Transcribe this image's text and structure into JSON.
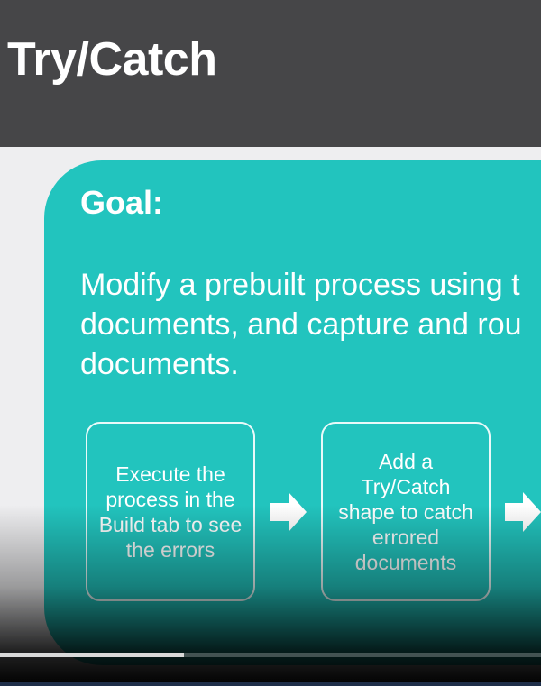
{
  "slide": {
    "title": "Try/Catch",
    "goal_heading": "Goal:",
    "goal_text_lines": [
      "Modify a prebuilt process using t",
      "documents, and capture and rou",
      "documents."
    ],
    "steps": [
      {
        "label": "Execute the process in the Build tab to see the errors"
      },
      {
        "label": "Add a Try/Catch shape to catch errored documents"
      }
    ]
  },
  "player": {
    "progress_fraction": 0.34
  },
  "colors": {
    "title_bar": "#464648",
    "card": "#22c4be",
    "text": "#ffffff"
  },
  "icons": {
    "step_arrow": "arrow-right-icon"
  }
}
